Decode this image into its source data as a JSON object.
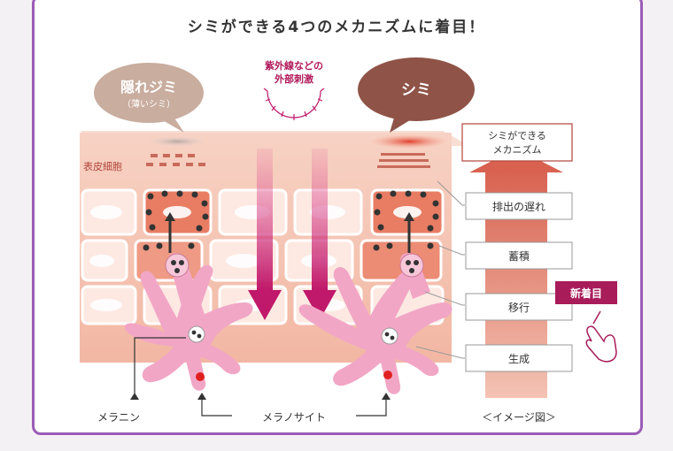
{
  "title": "シミができる4つのメカニズムに着目！",
  "bubbles": {
    "hidden_main": "隠れジミ",
    "hidden_sub": "（薄いシミ）",
    "visible": "シミ"
  },
  "uv": {
    "line1": "紫外線などの",
    "line2": "外部刺激"
  },
  "skin_label": "表皮細胞",
  "mechanism": {
    "line1": "シミができる",
    "line2": "メカニズム"
  },
  "steps": [
    "排出の遅れ",
    "蓄積",
    "移行",
    "生成"
  ],
  "new_focus": "新着目",
  "bottom": {
    "melanin": "メラニン",
    "melanocyte": "メラノサイト",
    "image_note": "＜イメージ図＞"
  },
  "colors": {
    "frame": "#9a5cb6",
    "accent": "#b0195a",
    "uv_arrow": "#c0186a",
    "skin": "#f3b9a4",
    "cell": "#e88a74",
    "melanocyte": "#f2a6c6"
  }
}
